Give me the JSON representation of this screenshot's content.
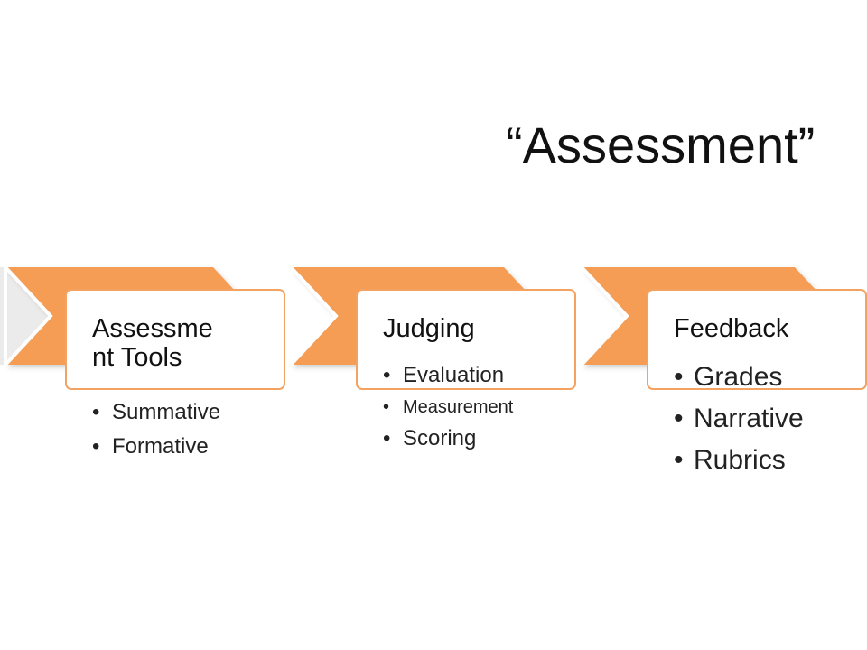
{
  "title": "“Assessment”",
  "colors": {
    "chevron_fill": "#f59d55",
    "card_border": "#f4a261",
    "text": "#111111"
  },
  "stages": [
    {
      "title": "Assessme nt Tools",
      "title_line1": "Assessme",
      "title_line2": "nt Tools",
      "bullets": [
        "Summative",
        "Formative"
      ]
    },
    {
      "title": "Judging",
      "bullets": [
        "Evaluation",
        "Measurement",
        "Scoring"
      ]
    },
    {
      "title": "Feedback",
      "bullets": [
        "Grades",
        "Narrative",
        "Rubrics"
      ]
    }
  ]
}
